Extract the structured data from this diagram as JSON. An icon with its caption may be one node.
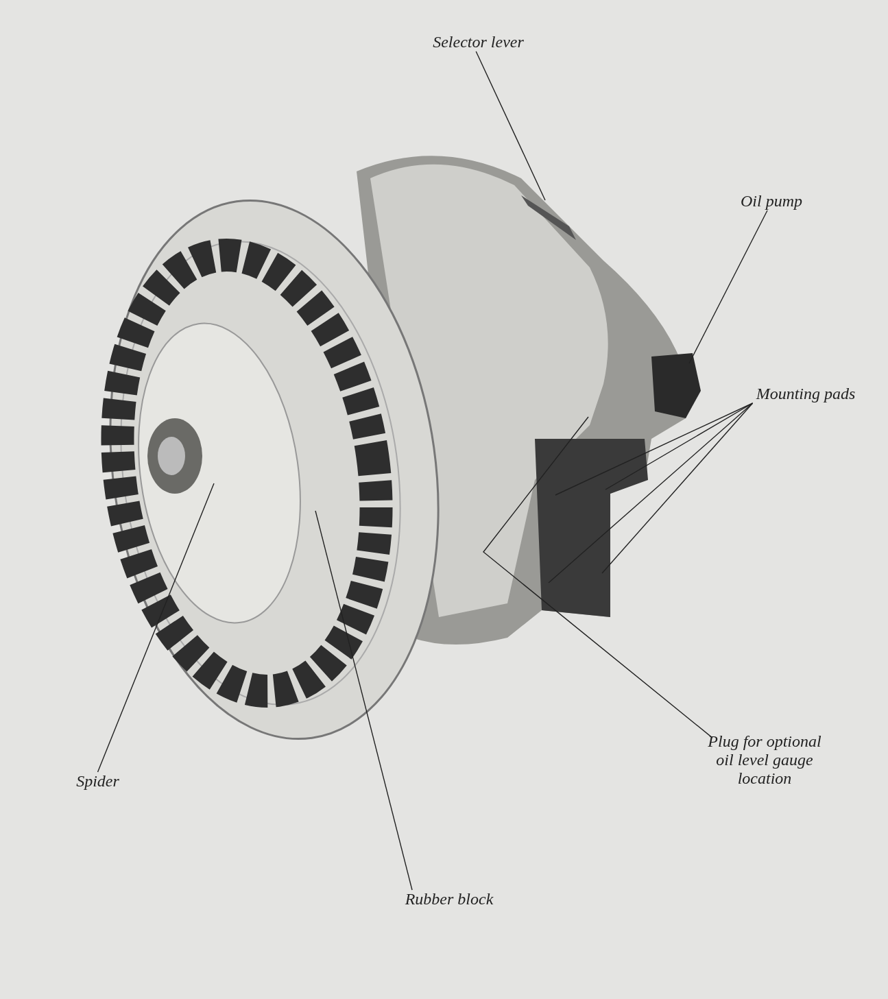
{
  "diagram": {
    "nodes": [
      {
        "text": [
          "Selector lever"
        ]
      },
      {
        "text": [
          "Oil pump"
        ]
      },
      {
        "text": [
          "Mounting pads"
        ]
      },
      {
        "text": [
          "Plug for optional oil level gauge location"
        ]
      },
      {
        "text": [
          "Spider"
        ]
      },
      {
        "text": [
          "Rubber block"
        ]
      }
    ],
    "edges": [
      {
        "from": 0,
        "to": null,
        "arrow": "none"
      },
      {
        "from": 1,
        "to": null,
        "arrow": "none"
      },
      {
        "from": 2,
        "to": null,
        "arrow": "none"
      },
      {
        "from": 2,
        "to": null,
        "arrow": "none"
      },
      {
        "from": 2,
        "to": null,
        "arrow": "none"
      },
      {
        "from": 2,
        "to": null,
        "arrow": "none"
      },
      {
        "from": 3,
        "to": null,
        "arrow": "none"
      },
      {
        "from": 4,
        "to": null,
        "arrow": "none"
      },
      {
        "from": 5,
        "to": null,
        "arrow": "none"
      }
    ]
  }
}
